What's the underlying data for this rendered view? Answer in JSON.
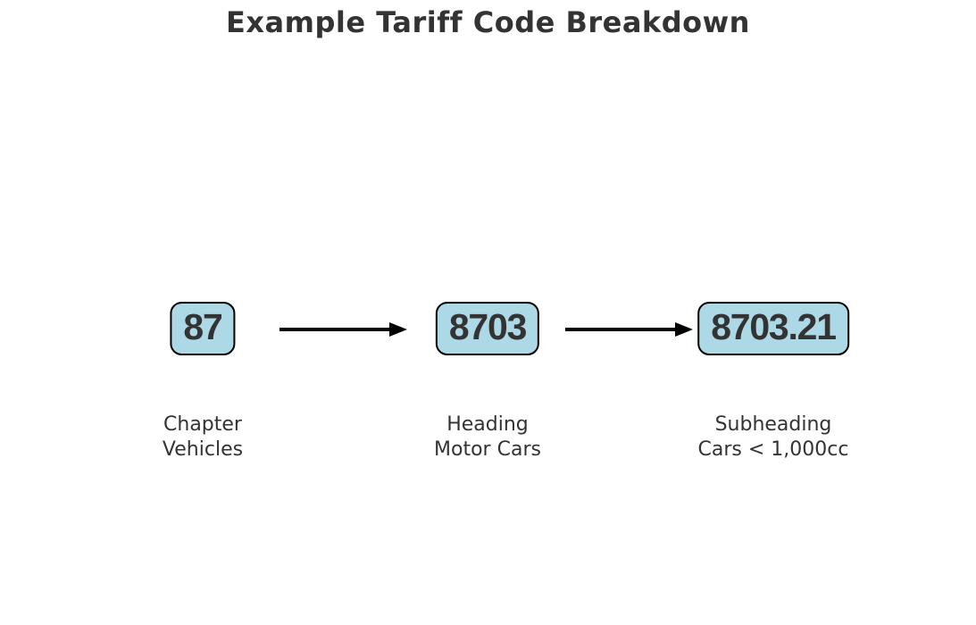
{
  "title": "Example Tariff Code Breakdown",
  "theme": {
    "background": "#ffffff",
    "box_fill": "#add8e6",
    "box_border": "#000000",
    "arrow_color": "#000000",
    "text_color": "#333333"
  },
  "nodes": [
    {
      "code": "87",
      "level": "Chapter",
      "description": "Vehicles"
    },
    {
      "code": "8703",
      "level": "Heading",
      "description": "Motor Cars"
    },
    {
      "code": "8703.21",
      "level": "Subheading",
      "description": "Cars < 1,000cc"
    }
  ]
}
